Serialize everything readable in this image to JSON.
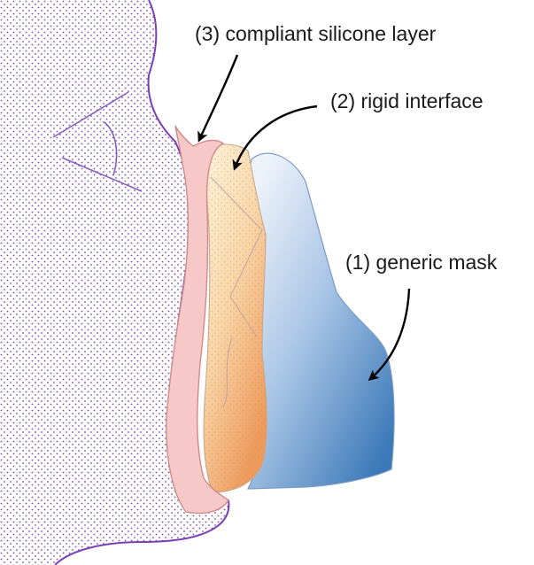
{
  "labels": {
    "silicone": "(3) compliant silicone layer",
    "rigid": "(2) rigid interface",
    "mask": "(1) generic mask"
  },
  "colors": {
    "face_outline": "#7a3fb5",
    "face_dots": "#7a4fa8",
    "mask_fill_dark": "#3a78b8",
    "mask_fill_light": "#e8eff8",
    "rigid_fill_top": "#fdf1d8",
    "rigid_fill_bottom": "#f0a064",
    "silicone_fill": "#f7c8c8",
    "silicone_outline": "#d08a8a",
    "arrow": "#000000"
  },
  "icons": {
    "face": "face-profile-icon",
    "mask": "generic-mask-icon",
    "rigid": "rigid-interface-icon",
    "silicone": "silicone-layer-icon"
  }
}
